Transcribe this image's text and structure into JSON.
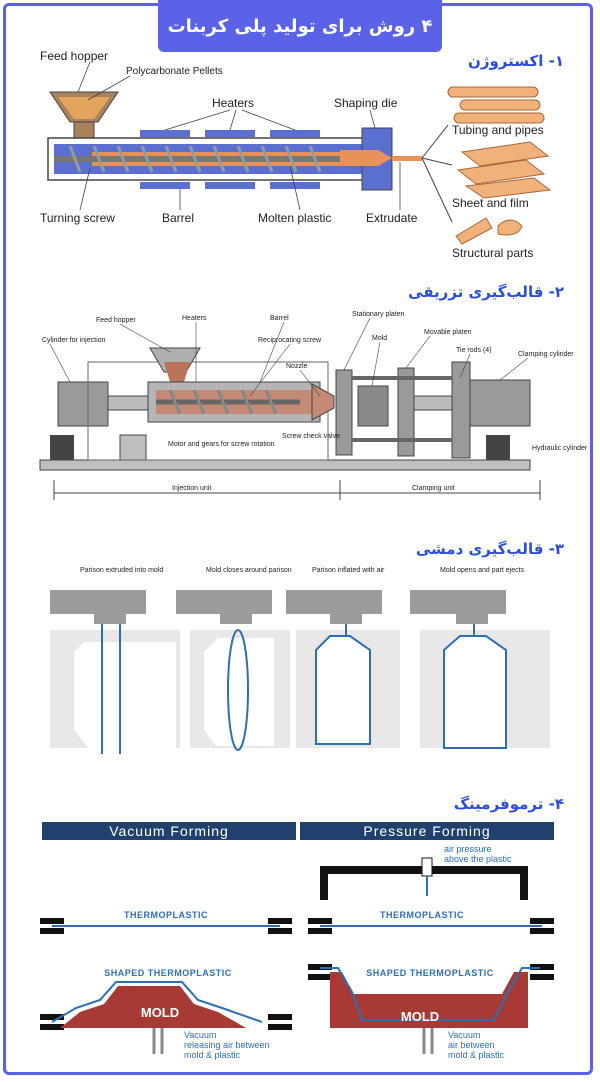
{
  "header": {
    "title": "۴ روش برای تولید پلی کربنات"
  },
  "sections": {
    "extrusion": {
      "title": "۱- اکستروژن",
      "labels": {
        "feed_hopper": "Feed hopper",
        "pellets": "Polycarbonate Pellets",
        "heaters": "Heaters",
        "shaping_die": "Shaping die",
        "turning_screw": "Turning screw",
        "barrel": "Barrel",
        "molten_plastic": "Molten plastic",
        "extrudate": "Extrudate",
        "tubing": "Tubing and pipes",
        "sheet": "Sheet and film",
        "structural": "Structural parts"
      }
    },
    "injection": {
      "title": "۲- قالب‌گیری تزریقی",
      "labels": {
        "feed_hopper": "Feed hopper",
        "heaters": "Heaters",
        "barrel": "Barrel",
        "reciprocating_screw": "Reciprocating screw",
        "nozzle": "Nozzle",
        "stationary_platen": "Stationary platen",
        "mold": "Mold",
        "movable_platen": "Movable platen",
        "tie_rods": "Tie rods (4)",
        "clamping_cylinder": "Clamping cylinder",
        "cylinder_for_injection": "Cylinder for injection",
        "motor_gears": "Motor and gears for screw rotation",
        "screw_check": "Screw check valve",
        "hydraulic_cylinder": "Hydraulic cylinder",
        "injection_unit": "Injection unit",
        "clamping_unit": "Clamping unit"
      }
    },
    "blow": {
      "title": "۳- قالب‌گیری دمشی",
      "steps": [
        "Parison extruded into mold",
        "Mold closes around parison",
        "Parison inflated with air",
        "Mold opens and part ejects"
      ]
    },
    "thermo": {
      "title": "۴- ترموفرمینگ",
      "vacuum_header": "Vacuum Forming",
      "pressure_header": "Pressure Forming",
      "air_pressure": "air pressure",
      "air_pressure_sub": "above the plastic",
      "thermoplastic": "THERMOPLASTIC",
      "shaped": "SHAPED THERMOPLASTIC",
      "mold": "MOLD",
      "vacuum": "Vacuum",
      "vacuum_left_sub1": "releasing air between",
      "vacuum_left_sub2": "mold & plastic",
      "vacuum_right_sub1": "air between",
      "vacuum_right_sub2": "mold & plastic"
    }
  },
  "colors": {
    "accent": "#5a63e6",
    "section_title": "#2a4ed8",
    "barrel_blue": "#5b6fd0",
    "molten": "#e8925a",
    "mold_red": "#a83a35",
    "thermo_blue": "#2e6fb0",
    "header_navy": "#22406e"
  }
}
